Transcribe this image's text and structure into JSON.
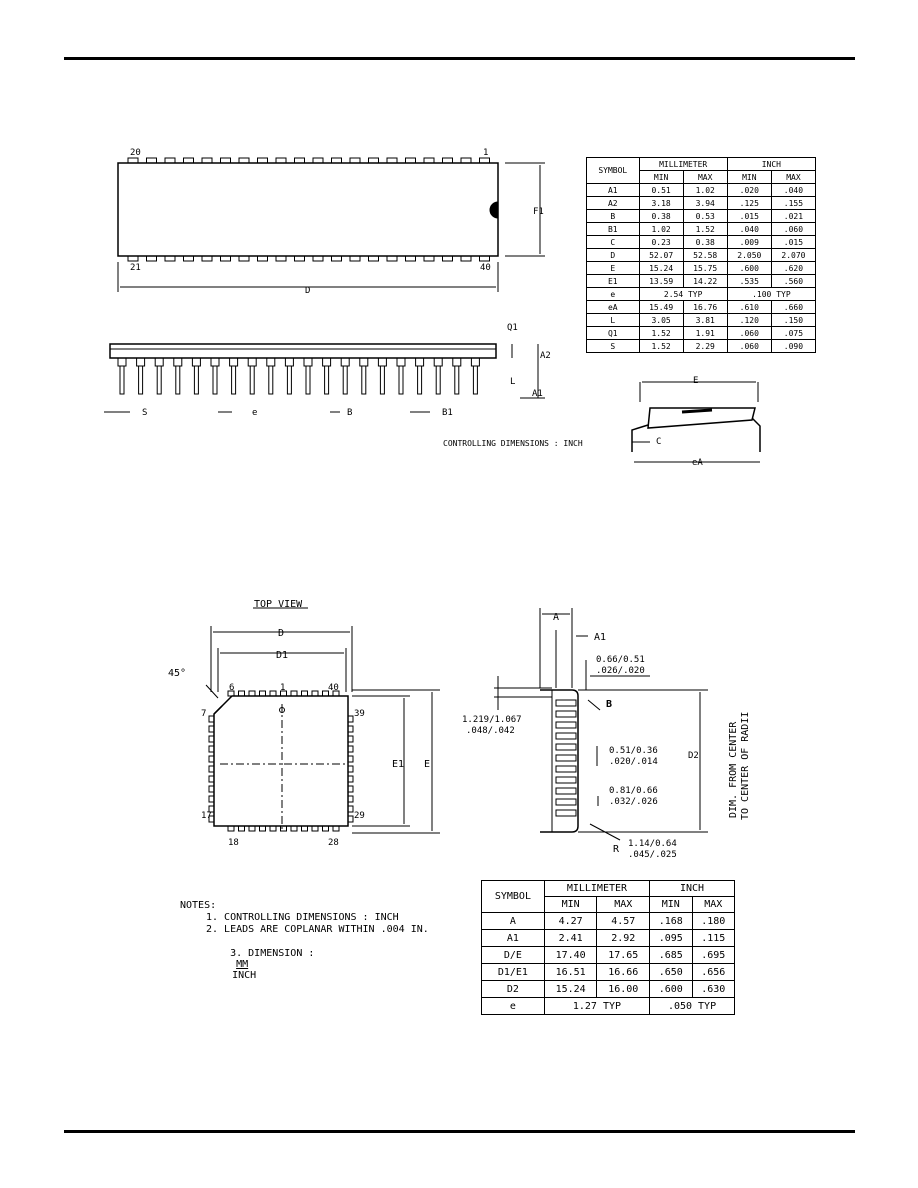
{
  "dip": {
    "pin_labels": {
      "p20": "20",
      "p1": "1",
      "p21": "21",
      "p40": "40"
    },
    "dims": {
      "F1": "F1",
      "D": "D",
      "Q1": "Q1",
      "A2": "A2",
      "A1": "A1",
      "L": "L",
      "S": "S",
      "e": "e",
      "B": "B",
      "B1": "B1",
      "E": "E",
      "C": "C",
      "eA": "eA"
    },
    "controlling_note": "CONTROLLING DIMENSIONS : INCH",
    "table": {
      "header": {
        "symbol": "SYMBOL",
        "mm": "MILLIMETER",
        "inch": "INCH",
        "min": "MIN",
        "max": "MAX"
      },
      "rows": [
        {
          "symbol": "A1",
          "mm_min": "0.51",
          "mm_max": "1.02",
          "in_min": ".020",
          "in_max": ".040"
        },
        {
          "symbol": "A2",
          "mm_min": "3.18",
          "mm_max": "3.94",
          "in_min": ".125",
          "in_max": ".155"
        },
        {
          "symbol": "B",
          "mm_min": "0.38",
          "mm_max": "0.53",
          "in_min": ".015",
          "in_max": ".021"
        },
        {
          "symbol": "B1",
          "mm_min": "1.02",
          "mm_max": "1.52",
          "in_min": ".040",
          "in_max": ".060"
        },
        {
          "symbol": "C",
          "mm_min": "0.23",
          "mm_max": "0.38",
          "in_min": ".009",
          "in_max": ".015"
        },
        {
          "symbol": "D",
          "mm_min": "52.07",
          "mm_max": "52.58",
          "in_min": "2.050",
          "in_max": "2.070"
        },
        {
          "symbol": "E",
          "mm_min": "15.24",
          "mm_max": "15.75",
          "in_min": ".600",
          "in_max": ".620"
        },
        {
          "symbol": "E1",
          "mm_min": "13.59",
          "mm_max": "14.22",
          "in_min": ".535",
          "in_max": ".560"
        },
        {
          "symbol": "e",
          "mm_typ": "2.54 TYP",
          "in_typ": ".100 TYP"
        },
        {
          "symbol": "eA",
          "mm_min": "15.49",
          "mm_max": "16.76",
          "in_min": ".610",
          "in_max": ".660"
        },
        {
          "symbol": "L",
          "mm_min": "3.05",
          "mm_max": "3.81",
          "in_min": ".120",
          "in_max": ".150"
        },
        {
          "symbol": "Q1",
          "mm_min": "1.52",
          "mm_max": "1.91",
          "in_min": ".060",
          "in_max": ".075"
        },
        {
          "symbol": "S",
          "mm_min": "1.52",
          "mm_max": "2.29",
          "in_min": ".060",
          "in_max": ".090"
        }
      ]
    }
  },
  "plcc": {
    "top_view_label": "TOP VIEW",
    "angle_label": "45°",
    "pin_labels": {
      "p6": "6",
      "p1": "1",
      "p40": "40",
      "p7": "7",
      "p39": "39",
      "p17": "17",
      "p29": "29",
      "p18": "18",
      "p28": "28"
    },
    "dims": {
      "D": "D",
      "D1": "D1",
      "E1": "E1",
      "E": "E",
      "A": "A",
      "A1": "A1",
      "B": "B",
      "D2": "D2",
      "R": "R"
    },
    "callouts": {
      "c1_top": "0.66/0.51",
      "c1_bot": ".026/.020",
      "c2_top": "1.219/1.067",
      "c2_bot": ".048/.042",
      "c3_top": "0.51/0.36",
      "c3_bot": ".020/.014",
      "c4_top": "0.81/0.66",
      "c4_bot": ".032/.026",
      "c5_top": "1.14/0.64",
      "c5_bot": ".045/.025"
    },
    "dim_note_line1": "DIM. FROM CENTER",
    "dim_note_line2": "TO CENTER OF RADII",
    "notes": {
      "title": "NOTES:",
      "n1": "1. CONTROLLING DIMENSIONS : INCH",
      "n2": "2. LEADS ARE COPLANAR WITHIN .004 IN.",
      "n3": "3. DIMENSION :",
      "n3_top": "MM",
      "n3_bot": "INCH"
    },
    "table": {
      "header": {
        "symbol": "SYMBOL",
        "mm": "MILLIMETER",
        "inch": "INCH",
        "min": "MIN",
        "max": "MAX"
      },
      "rows": [
        {
          "symbol": "A",
          "mm_min": "4.27",
          "mm_max": "4.57",
          "in_min": ".168",
          "in_max": ".180"
        },
        {
          "symbol": "A1",
          "mm_min": "2.41",
          "mm_max": "2.92",
          "in_min": ".095",
          "in_max": ".115"
        },
        {
          "symbol": "D/E",
          "mm_min": "17.40",
          "mm_max": "17.65",
          "in_min": ".685",
          "in_max": ".695"
        },
        {
          "symbol": "D1/E1",
          "mm_min": "16.51",
          "mm_max": "16.66",
          "in_min": ".650",
          "in_max": ".656"
        },
        {
          "symbol": "D2",
          "mm_min": "15.24",
          "mm_max": "16.00",
          "in_min": ".600",
          "in_max": ".630"
        },
        {
          "symbol": "e",
          "mm_typ": "1.27 TYP",
          "in_typ": ".050 TYP"
        }
      ]
    }
  }
}
